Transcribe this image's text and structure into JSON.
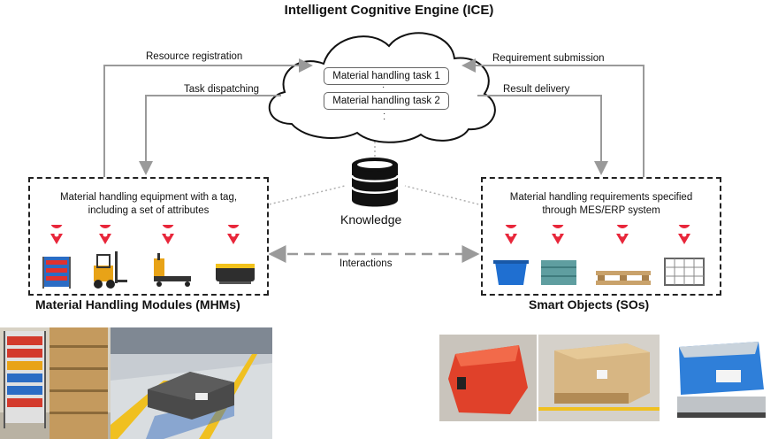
{
  "title": "Intelligent Cognitive Engine (ICE)",
  "cloud": {
    "tasks": [
      "Material handling task 1",
      "Material handling task 2"
    ]
  },
  "arrows": {
    "resource_registration": "Resource registration",
    "task_dispatching": "Task dispatching",
    "requirement_submission": "Requirement submission",
    "result_delivery": "Result delivery",
    "interactions": "Interactions"
  },
  "knowledge": "Knowledge",
  "mhm_box": {
    "text": "Material handling equipment with a tag, including a set of attributes",
    "heading": "Material Handling Modules (MHMs)",
    "icons": [
      "shelf-rack-icon",
      "forklift-icon",
      "pallet-truck-icon",
      "agv-robot-icon"
    ]
  },
  "so_box": {
    "text": "Material handling requirements specified through MES/ERP system",
    "heading": "Smart Objects (SOs)",
    "icons": [
      "blue-bin-icon",
      "teal-crate-icon",
      "wooden-pallet-icon",
      "wire-cage-icon"
    ]
  },
  "colors": {
    "pin": "#e8263a",
    "arrow": "#9a9a9a",
    "dashed_link": "#b0b0b0",
    "accent_blue": "#1f6fd1"
  }
}
